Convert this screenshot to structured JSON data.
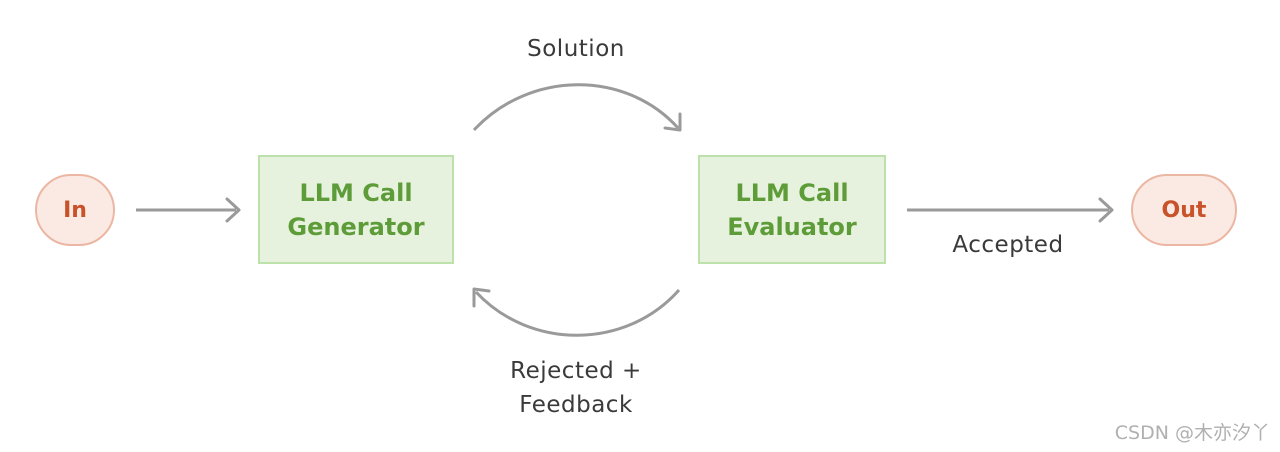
{
  "nodes": {
    "input": "In",
    "generator_line1": "LLM Call",
    "generator_line2": "Generator",
    "evaluator_line1": "LLM Call",
    "evaluator_line2": "Evaluator",
    "output": "Out"
  },
  "edges": {
    "solution": "Solution",
    "accepted": "Accepted",
    "rejected_line1": "Rejected +",
    "rejected_line2": "Feedback"
  },
  "watermark": "CSDN @木亦汐丫",
  "colors": {
    "terminal_fill": "#fbe9e3",
    "terminal_border": "#ebb7a3",
    "terminal_text": "#c8532a",
    "llm_fill": "#e6f2dd",
    "llm_border": "#bde1aa",
    "llm_text": "#5d9c38",
    "arrow": "#9a9a9a"
  }
}
